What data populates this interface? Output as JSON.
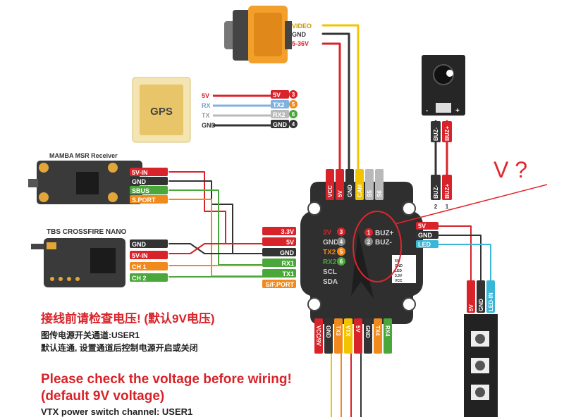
{
  "camera": {
    "pins": [
      "VIDEO",
      "GND",
      "5-36V"
    ]
  },
  "gps": {
    "label": "GPS",
    "rows": [
      {
        "left": "5V",
        "right": "5V",
        "num": "3"
      },
      {
        "left": "RX",
        "right": "TX2",
        "num": "5"
      },
      {
        "left": "TX",
        "right": "RX2",
        "num": "6"
      },
      {
        "left": "GND",
        "right": "GND",
        "num": "4"
      }
    ]
  },
  "mamba": {
    "title": "MAMBA MSR Receiver",
    "pins": [
      "5V-IN",
      "GND",
      "SBUS",
      "S.PORT"
    ]
  },
  "crossfire": {
    "title": "TBS CROSSFIRE NANO",
    "pins": [
      "GND",
      "5V-IN",
      "CH 1",
      "CH 2"
    ]
  },
  "fc_left_pads": [
    "3.3V",
    "5V",
    "GND",
    "RX1",
    "TX1",
    "S/F.PORT"
  ],
  "fc_top_pads": [
    "VCC",
    "5V",
    "GND",
    "CAM",
    "S5",
    "S6"
  ],
  "fc_labels": {
    "left": [
      {
        "t": "3V",
        "n": "3"
      },
      {
        "t": "GND",
        "n": "4"
      },
      {
        "t": "TX2",
        "n": "5"
      },
      {
        "t": "RX2",
        "n": "6"
      },
      {
        "t": "SCL",
        "n": ""
      },
      {
        "t": "SDA",
        "n": ""
      }
    ],
    "buz": [
      {
        "t": "BUZ+",
        "n": "1"
      },
      {
        "t": "BUZ-",
        "n": "2"
      }
    ],
    "mini": [
      "5V",
      "GND",
      "LED",
      "3.3V",
      "VCC"
    ]
  },
  "fc_right_pads": [
    "5V",
    "GND",
    "LED"
  ],
  "fc_bottom_pads": [
    "VCC/9V",
    "GND",
    "TX3",
    "VTX",
    "5V",
    "GND",
    "TX4",
    "RX4"
  ],
  "buzzer": {
    "top_labels": [
      "-",
      "+"
    ],
    "wire_labels": [
      "BUZ-",
      "BUZ+"
    ],
    "pad_labels": [
      {
        "n": "2",
        "t": "BUZ-"
      },
      {
        "n": "1",
        "t": "BUZ+"
      }
    ]
  },
  "led_strip": {
    "pins": [
      "5V",
      "GND",
      "LED-IN"
    ]
  },
  "annotation": {
    "text": "V ?"
  },
  "notes": {
    "cn_warning": "接线前请检查电压! (默认9V电压)",
    "cn_line1": "图传电源开关通道:USER1",
    "cn_line2": "默认连通, 设置通道后控制电源开启或关闭",
    "en_warning_1": "Please check the voltage before wiring!",
    "en_warning_2": "(default 9V voltage)",
    "en_line1": "VTX power switch channel: USER1"
  },
  "colors": {
    "red": "#d8232a",
    "black": "#333333",
    "yellow": "#f2c400",
    "blue": "#7fb2de",
    "gray": "#b9b9b9",
    "green": "#4aa83a",
    "orange": "#f08a1c",
    "cyan": "#38b7d8",
    "pcb": "#2f2f2f",
    "gold": "#e2a53a"
  }
}
